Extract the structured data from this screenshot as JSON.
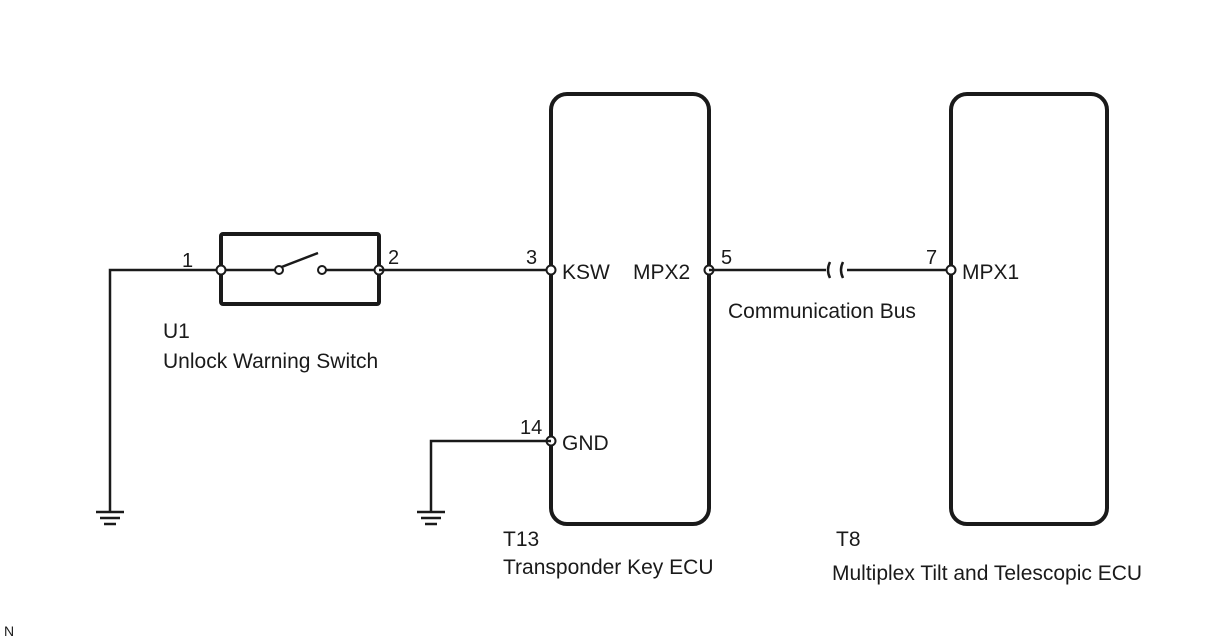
{
  "switch_component": {
    "code": "U1",
    "name": "Unlock Warning Switch",
    "pin_left": "1",
    "pin_right": "2"
  },
  "ecu_transponder": {
    "code": "T13",
    "name": "Transponder Key ECU",
    "pins": {
      "ksw_num": "3",
      "ksw_label": "KSW",
      "gnd_num": "14",
      "gnd_label": "GND",
      "mpx2_num": "5",
      "mpx2_label": "MPX2"
    }
  },
  "ecu_multiplex": {
    "code": "T8",
    "name": "Multiplex Tilt and Telescopic ECU",
    "pins": {
      "mpx1_num": "7",
      "mpx1_label": "MPX1"
    }
  },
  "bus": {
    "label": "Communication Bus"
  },
  "corner_mark": "N"
}
